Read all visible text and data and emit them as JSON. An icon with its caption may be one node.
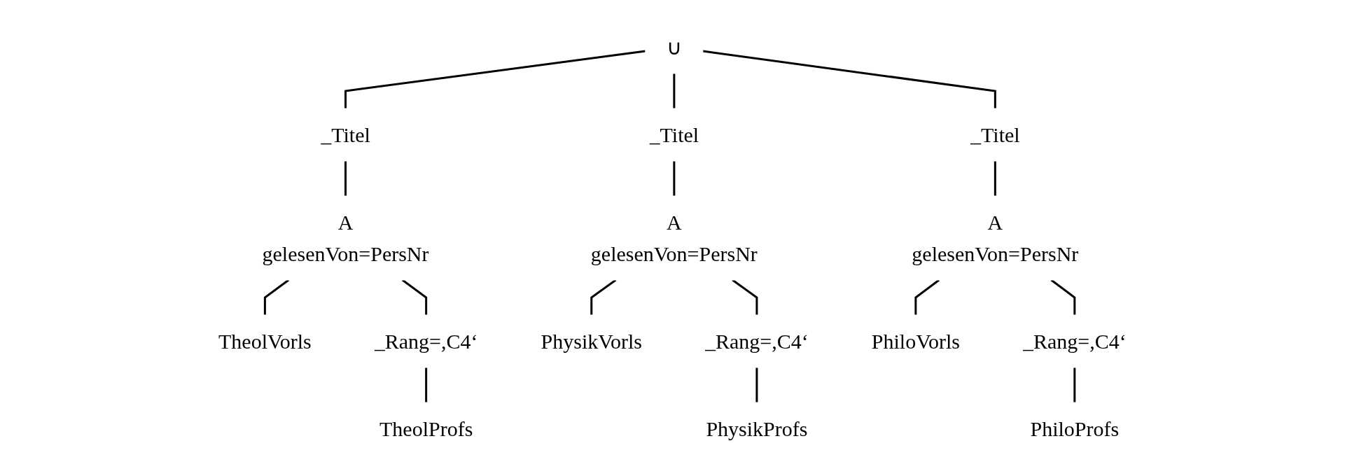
{
  "diagram": {
    "nodes": [
      {
        "text": [
          "∪"
        ]
      },
      {
        "text": [
          "_Titel"
        ]
      },
      {
        "text": [
          "A",
          "gelesenVon=PersNr"
        ]
      },
      {
        "text": [
          "TheolVorls"
        ]
      },
      {
        "text": [
          "_Rang=,C4‘"
        ]
      },
      {
        "text": [
          "TheolProfs"
        ]
      },
      {
        "text": [
          "_Titel"
        ]
      },
      {
        "text": [
          "A",
          "gelesenVon=PersNr"
        ]
      },
      {
        "text": [
          "PhysikVorls"
        ]
      },
      {
        "text": [
          "_Rang=,C4‘"
        ]
      },
      {
        "text": [
          "PhysikProfs"
        ]
      },
      {
        "text": [
          "_Titel"
        ]
      },
      {
        "text": [
          "A",
          "gelesenVon=PersNr"
        ]
      },
      {
        "text": [
          "PhiloVorls"
        ]
      },
      {
        "text": [
          "_Rang=,C4‘"
        ]
      },
      {
        "text": [
          "PhiloProfs"
        ]
      }
    ],
    "edges": [
      {
        "from": 0,
        "to": 1,
        "arrow": "none"
      },
      {
        "from": 1,
        "to": 2,
        "arrow": "none"
      },
      {
        "from": 2,
        "to": 3,
        "arrow": "none"
      },
      {
        "from": 2,
        "to": 4,
        "arrow": "none"
      },
      {
        "from": 4,
        "to": 5,
        "arrow": "none"
      },
      {
        "from": 0,
        "to": 6,
        "arrow": "none"
      },
      {
        "from": 6,
        "to": 7,
        "arrow": "none"
      },
      {
        "from": 7,
        "to": 8,
        "arrow": "none"
      },
      {
        "from": 7,
        "to": 9,
        "arrow": "none"
      },
      {
        "from": 9,
        "to": 10,
        "arrow": "none"
      },
      {
        "from": 0,
        "to": 11,
        "arrow": "none"
      },
      {
        "from": 11,
        "to": 12,
        "arrow": "none"
      },
      {
        "from": 12,
        "to": 13,
        "arrow": "none"
      },
      {
        "from": 12,
        "to": 14,
        "arrow": "none"
      },
      {
        "from": 14,
        "to": 15,
        "arrow": "none"
      }
    ]
  }
}
